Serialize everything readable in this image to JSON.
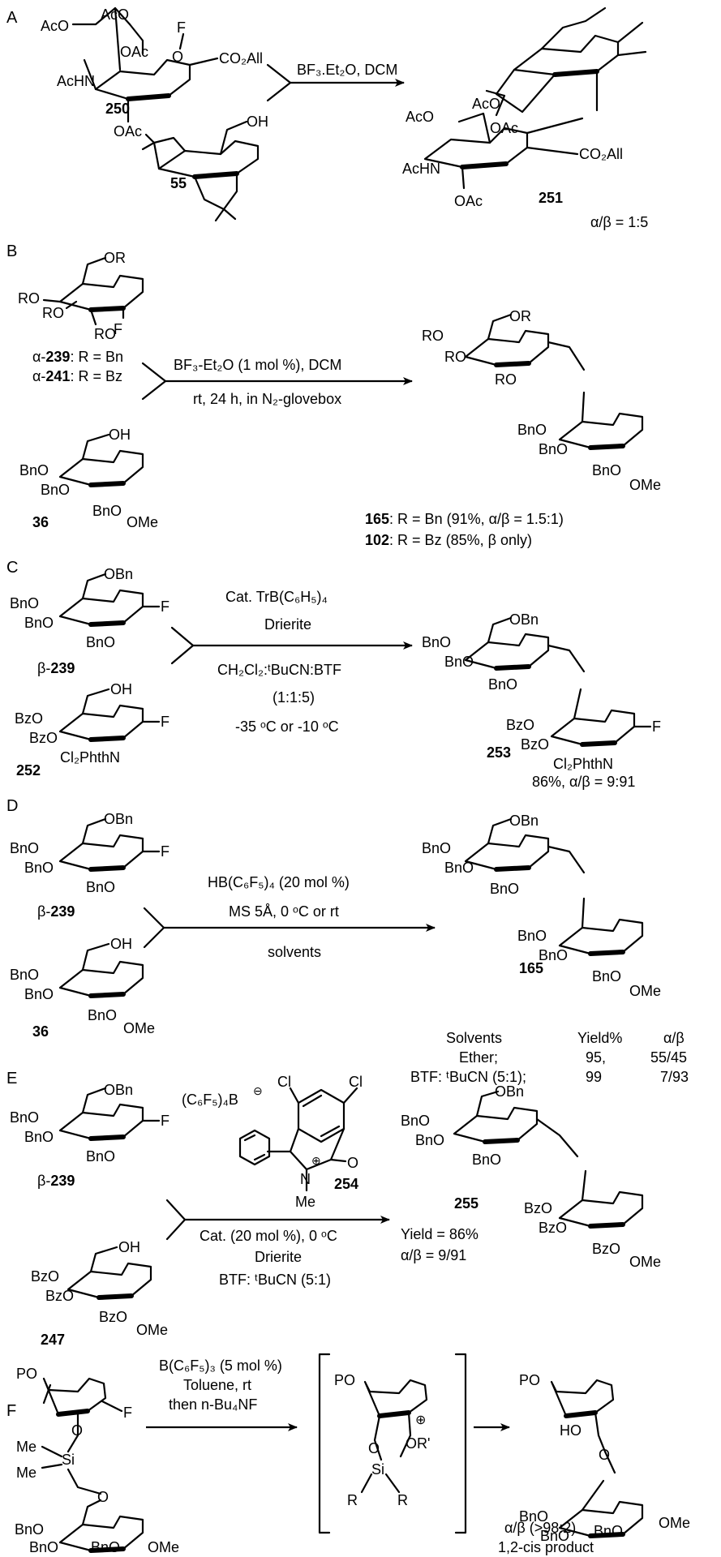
{
  "panels": {
    "A": {
      "letter": "A",
      "donor": {
        "oac_top1": "AcO",
        "oac_top2": "AcO",
        "oac_ring": "OAc",
        "nhac": "AcHN",
        "oac_bottom": "OAc",
        "f": "F",
        "ester": "CO₂All",
        "num": "250"
      },
      "acceptor": {
        "oh": "OH",
        "num": "55"
      },
      "reagent": "BF₃.Et₂O, DCM",
      "product": {
        "aco": "AcO",
        "oac1": "OAc",
        "acohh": "AcO",
        "nhac": "AcHN",
        "oac2": "OAc",
        "ester": "CO₂All",
        "num": "251",
        "ratio": "α/β = 1:5"
      }
    },
    "B": {
      "letter": "B",
      "donor": {
        "or_top": "OR",
        "ro1": "RO",
        "ro2": "RO",
        "ro3": "RO",
        "f": "F"
      },
      "legend1": {
        "prefix": "α-",
        "num": "239",
        "text": ": R = Bn"
      },
      "legend2": {
        "prefix": "α-",
        "num": "241",
        "text": ": R = Bz"
      },
      "acceptor": {
        "oh": "OH",
        "bno1": "BnO",
        "bno2": "BnO",
        "bno3": "BnO",
        "ome": "OMe",
        "num": "36"
      },
      "reagent_top": "BF₃-Et₂O (1 mol %), DCM",
      "reagent_bottom": "rt, 24 h, in N₂-glovebox",
      "product": {
        "or_top": "OR",
        "ro1": "RO",
        "ro2": "RO",
        "ro3": "RO",
        "bno1": "BnO",
        "bno2": "BnO",
        "bno3": "BnO",
        "ome": "OMe"
      },
      "result1": {
        "num": "165",
        "text": ": R = Bn (91%, α/β = 1.5:1)"
      },
      "result2": {
        "num": "102",
        "text": ": R = Bz (85%, β only)"
      }
    },
    "C": {
      "letter": "C",
      "donor": {
        "obn": "OBn",
        "bno1": "BnO",
        "bno2": "BnO",
        "bno3": "BnO",
        "f": "F",
        "prefix": "β-",
        "num": "239"
      },
      "acceptor": {
        "oh": "OH",
        "bzo1": "BzO",
        "bzo2": "BzO",
        "phth": "Cl₂PhthN",
        "f": "F",
        "num": "252"
      },
      "reagent1": "Cat. TrB(C₆H₅)₄",
      "reagent2": "Drierite",
      "reagent3": "CH₂Cl₂:ᵗBuCN:BTF",
      "reagent4": "(1:1:5)",
      "reagent5": "-35 ᵒC or -10 ᵒC",
      "product": {
        "obn": "OBn",
        "bno1": "BnO",
        "bno2": "BnO",
        "bno3": "BnO",
        "bzo1": "BzO",
        "bzo2": "BzO",
        "phth": "Cl₂PhthN",
        "f": "F",
        "num": "253",
        "result": "86%, α/β = 9:91"
      }
    },
    "D": {
      "letter": "D",
      "donor": {
        "obn": "OBn",
        "bno1": "BnO",
        "bno2": "BnO",
        "bno3": "BnO",
        "f": "F",
        "prefix": "β-",
        "num": "239"
      },
      "acceptor": {
        "oh": "OH",
        "bno1": "BnO",
        "bno2": "BnO",
        "bno3": "BnO",
        "ome": "OMe",
        "num": "36"
      },
      "reagent1": "HB(C₆F₅)₄ (20 mol %)",
      "reagent2": "MS 5Å, 0 ᵒC or rt",
      "reagent3": "solvents",
      "product": {
        "obn": "OBn",
        "bno1": "BnO",
        "bno2": "BnO",
        "bno3": "BnO",
        "bno4": "BnO",
        "bno5": "BnO",
        "bno6": "BnO",
        "ome": "OMe",
        "num": "165"
      },
      "table": {
        "headers": [
          "Solvents",
          "Yield%",
          "α/β"
        ],
        "rows": [
          [
            "Ether;",
            "95,",
            "55/45"
          ],
          [
            "BTF: ᵗBuCN (5:1);",
            "99",
            "7/93"
          ]
        ]
      }
    },
    "E": {
      "letter": "E",
      "donor": {
        "obn": "OBn",
        "bno1": "BnO",
        "bno2": "BnO",
        "bno3": "BnO",
        "f": "F",
        "prefix": "β-",
        "num": "239"
      },
      "acceptor": {
        "oh": "OH",
        "bzo1": "BzO",
        "bzo2": "BzO",
        "bzo3": "BzO",
        "ome": "OMe",
        "num": "247"
      },
      "catalyst": {
        "anion": "(C₆F₅)₄B",
        "cl1": "Cl",
        "cl2": "Cl",
        "n": "N",
        "o": "O",
        "me": "Me",
        "num": "254"
      },
      "reagent1": "Cat. (20 mol %), 0 ᵒC",
      "reagent2": "Drierite",
      "reagent3": "BTF: ᵗBuCN (5:1)",
      "product": {
        "obn": "OBn",
        "bno1": "BnO",
        "bno2": "BnO",
        "bno3": "BnO",
        "bzo1": "BzO",
        "bzo2": "BzO",
        "bzo3": "BzO",
        "ome": "OMe",
        "num": "255"
      },
      "yield": "Yield = 86%",
      "ratio": "α/β = 9/91"
    },
    "F": {
      "letter": "F",
      "donor": {
        "po": "PO",
        "me1": "Me",
        "me2": "Me",
        "si": "Si",
        "f": "F",
        "o1": "O",
        "o2": "O",
        "bno1": "BnO",
        "bno2": "BnO",
        "bno3": "BnO",
        "ome": "OMe"
      },
      "reagent1": "B(C₆F₅)₃ (5 mol %)",
      "reagent2": "Toluene, rt",
      "reagent3": "then n-Bu₄NF",
      "intermediate": {
        "po": "PO",
        "or": "OR'",
        "si": "Si",
        "r1": "R",
        "r2": "R"
      },
      "product": {
        "po": "PO",
        "ho": "HO",
        "bno1": "BnO",
        "bno2": "BnO",
        "bno3": "BnO",
        "ome": "OMe",
        "ratio": "α/β (>98:2)",
        "label": "1,2-cis product"
      }
    }
  }
}
